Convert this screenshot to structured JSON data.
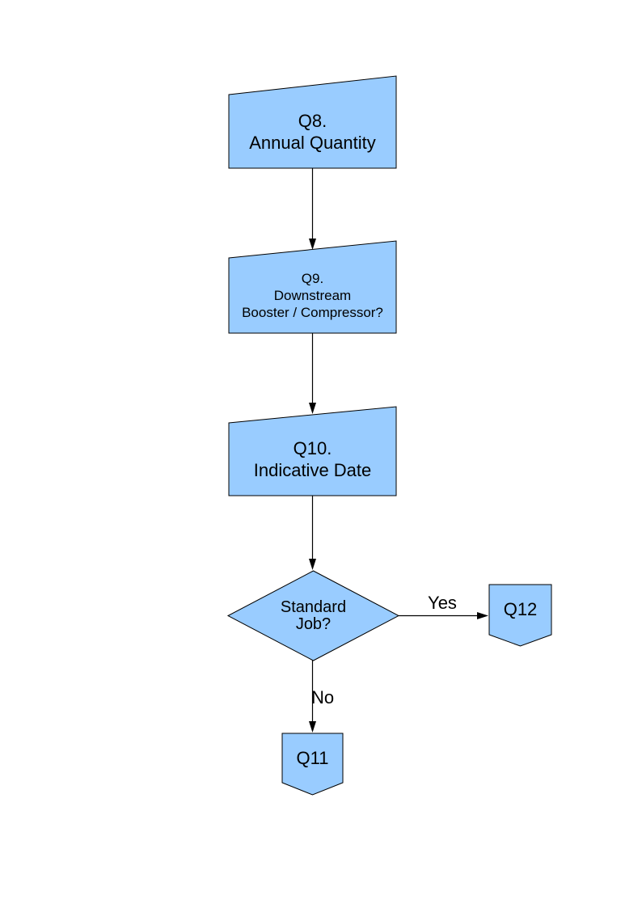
{
  "document": {
    "background_color": "#FFFFFF"
  },
  "flowchart": {
    "style": {
      "node_fill": "#99CCFF",
      "node_border": "#000000",
      "connector_color": "#000000",
      "text_color": "#000000"
    },
    "nodes": {
      "q8": {
        "shape": "manual-input",
        "lines": [
          "Q8.",
          "Annual Quantity"
        ]
      },
      "q9": {
        "shape": "manual-input",
        "lines": [
          "Q9.",
          "Downstream",
          "Booster / Compressor?"
        ]
      },
      "q10": {
        "shape": "manual-input",
        "lines": [
          "Q10.",
          "Indicative Date"
        ]
      },
      "standard_job": {
        "shape": "decision",
        "lines": [
          "Standard",
          "Job?"
        ]
      },
      "q12": {
        "shape": "off-page-connector",
        "label": "Q12"
      },
      "q11": {
        "shape": "off-page-connector",
        "label": "Q11"
      }
    },
    "edges": {
      "q8_to_q9": {
        "from": "q8",
        "to": "q9"
      },
      "q9_to_q10": {
        "from": "q9",
        "to": "q10"
      },
      "q10_to_decision": {
        "from": "q10",
        "to": "standard_job"
      },
      "decision_to_q12": {
        "from": "standard_job",
        "to": "q12",
        "label": "Yes"
      },
      "decision_to_q11": {
        "from": "standard_job",
        "to": "q11",
        "label": "No"
      }
    }
  }
}
